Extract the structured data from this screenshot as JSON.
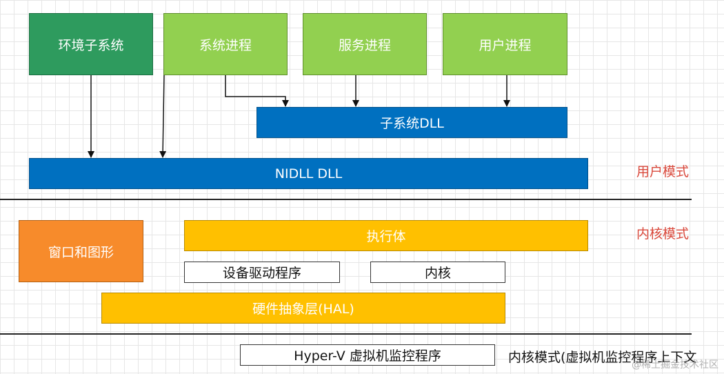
{
  "user_mode": {
    "env_subsystem": "环境子系统",
    "system_process": "系统进程",
    "service_process": "服务进程",
    "user_process": "用户进程",
    "subsystem_dll": "子系统DLL",
    "ntdll": "NIDLL DLL",
    "label": "用户模式"
  },
  "kernel_mode": {
    "window_graphics": "窗口和图形",
    "executive": "执行体",
    "device_drivers": "设备驱动程序",
    "kernel": "内核",
    "hal": "硬件抽象层(HAL)",
    "label": "内核模式"
  },
  "hypervisor": {
    "box": "Hyper-V 虚拟机监控程序",
    "label": "内核模式(虚拟机监控程序上下文"
  },
  "watermark": "@稀土掘金技术社区",
  "colors": {
    "dark_green": "#2e9b5e",
    "light_green": "#92d050",
    "blue": "#0070c0",
    "yellow": "#ffc000",
    "orange": "#f78b2b",
    "mode_label_red": "#d9483b"
  }
}
